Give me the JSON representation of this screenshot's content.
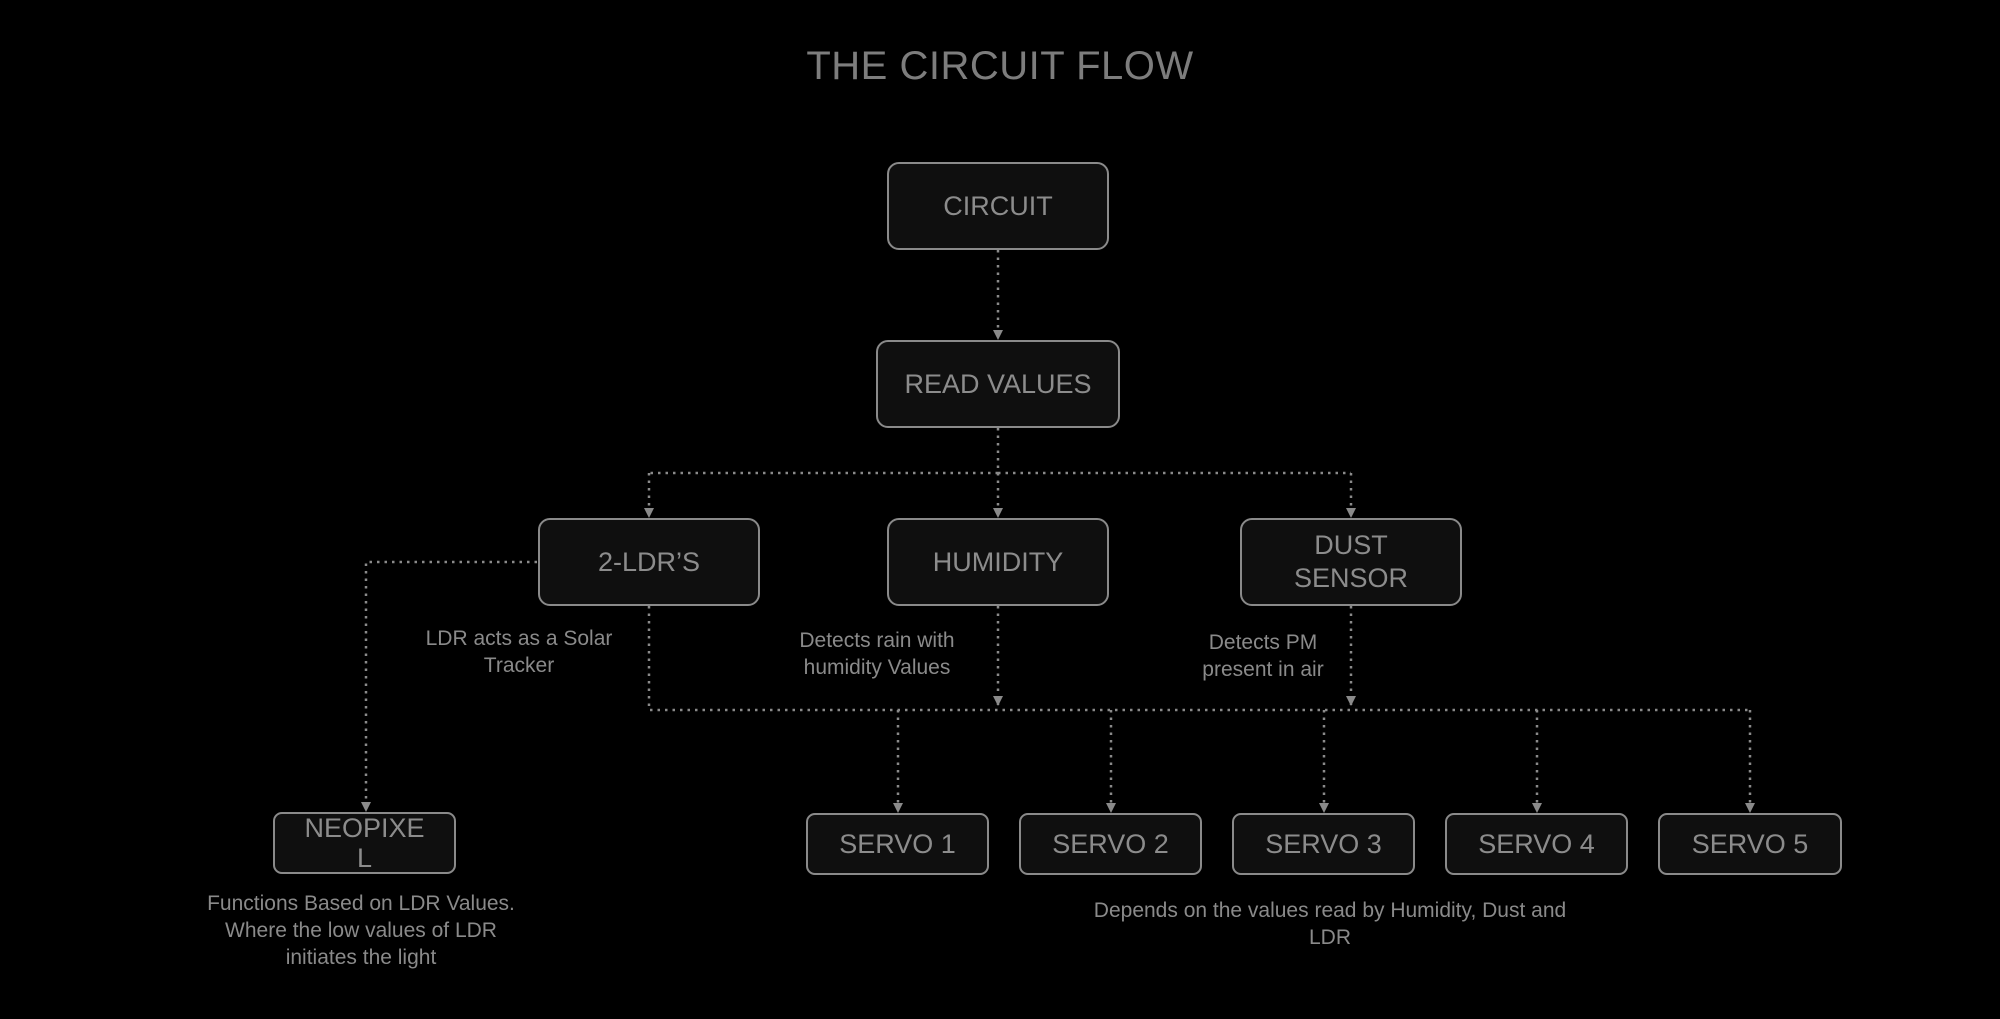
{
  "title": "THE CIRCUIT FLOW",
  "nodes": {
    "circuit": "CIRCUIT",
    "read_values": "READ VALUES",
    "ldrs": "2-LDR’S",
    "humidity": "HUMIDITY",
    "dust_sensor": [
      "DUST",
      "SENSOR"
    ],
    "neopixel": [
      "NEOPIXE",
      "L"
    ],
    "servos": [
      "SERVO 1",
      "SERVO 2",
      "SERVO 3",
      "SERVO 4",
      "SERVO 5"
    ]
  },
  "notes": {
    "ldr": [
      "LDR acts as a Solar",
      "Tracker"
    ],
    "humidity": [
      "Detects rain with",
      "humidity Values"
    ],
    "dust": [
      "Detects PM",
      "present in air"
    ],
    "neopixel": [
      "Functions Based on LDR Values.",
      "Where the low values of LDR",
      "initiates the light"
    ],
    "servos": [
      "Depends on the values read by Humidity, Dust and",
      "LDR"
    ]
  },
  "colors": {
    "background": "#000000",
    "line": "#8a8a8a",
    "box_fill": "#0f0f0f",
    "text": "#8a8a8a"
  }
}
